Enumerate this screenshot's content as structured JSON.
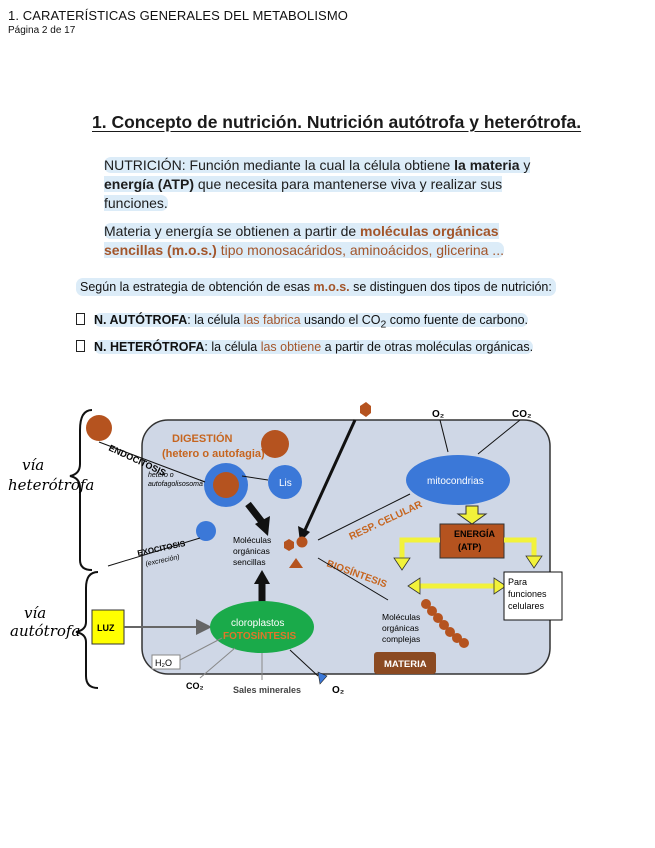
{
  "header": {
    "title": "1. CARATERÍSTICAS GENERALES DEL METABOLISMO",
    "page_label": "Página 2 de 17"
  },
  "section": {
    "title": "1. Concepto de nutrición. Nutrición autótrofa y heterótrofa."
  },
  "paragraph1": {
    "a": "NUTRICIÓN: Función mediante la cual la célula obtiene ",
    "b": "la materia",
    "c": " y ",
    "d": "energía (ATP)",
    "e": " que necesita para mantenerse viva y realizar sus funciones."
  },
  "paragraph2": {
    "a": "Materia y energía se obtienen a partir de ",
    "b": "moléculas orgánicas sencillas (m.o.s.)",
    "c": " tipo monosacáridos, aminoácidos, glicerina ..."
  },
  "intro": {
    "a": "Según la estrategia de obtención de esas ",
    "b": "m.o.s.",
    "c": " se distinguen dos tipos de nutrición:"
  },
  "types": [
    {
      "name": "N. AUTÓTROFA",
      "a": ": la célula ",
      "b": "las fabrica",
      "c": " usando el CO",
      "sub": "2",
      "d": " como fuente de carbono."
    },
    {
      "name": "N. HETERÓTROFA",
      "a": ": la célula ",
      "b": "las obtiene",
      "c": " a partir de otras moléculas orgánicas."
    }
  ],
  "diagram": {
    "hand_hetero": [
      "vía",
      "heterótrofa"
    ],
    "hand_auto": [
      "vía",
      "autótrofa"
    ],
    "endocitosis": "ENDOCITOSIS",
    "digestion": [
      "DIGESTIÓN",
      "(hetero o autofagia)"
    ],
    "hetero_small": [
      "hetero o",
      "autofagolisosoma"
    ],
    "lis": "Lis",
    "exocitosis": "EXOCITOSIS",
    "exocitosis_sub": "(excreción)",
    "mos": [
      "Moléculas",
      "orgánicas",
      "sencillas"
    ],
    "mitocondrias": "mitocondrias",
    "o2_top": "O₂",
    "co2_top": "CO₂",
    "resp": "RESP. CELULAR",
    "energia": [
      "ENERGÍA",
      "(ATP)"
    ],
    "biosintesis": "BIOSÍNTESIS",
    "funciones": [
      "Para",
      "funciones",
      "celulares"
    ],
    "complejas": [
      "Moléculas",
      "orgánicas",
      "complejas"
    ],
    "materia": "MATERIA",
    "luz": "LUZ",
    "cloroplastos": "cloroplastos",
    "fotosintesis": "FOTOSÍNTESIS",
    "h2o": "H₂O",
    "co2_bottom": "CO₂",
    "sales": "Sales minerales",
    "o2_bottom": "O₂",
    "colors": {
      "cell_fill": "#cfd7e6",
      "blue": "#3b78d8",
      "brown": "#b5531f",
      "green": "#1aaa4a",
      "yellow": "#ffff00",
      "light_yellow": "#f2f23a",
      "materia_box": "#8b4a22"
    }
  }
}
